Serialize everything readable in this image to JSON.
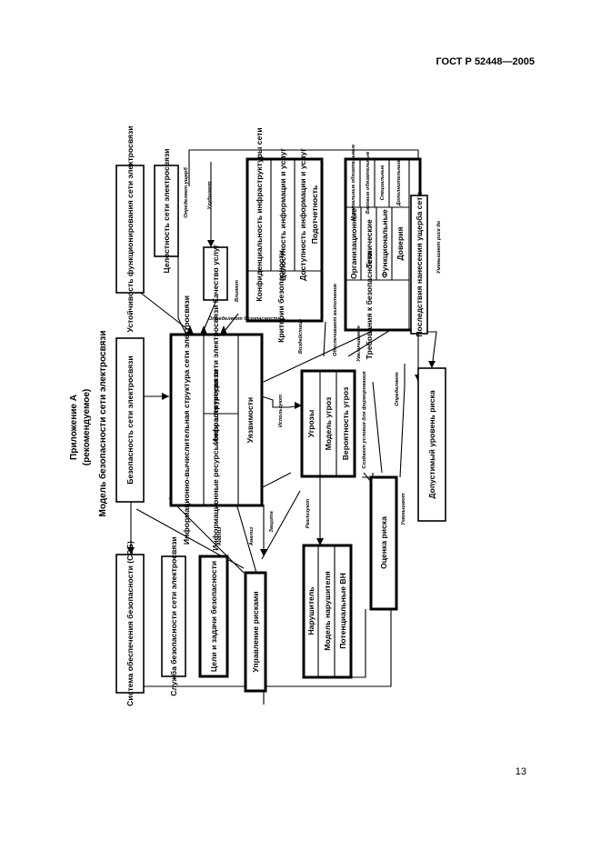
{
  "header": {
    "standard": "ГОСТ Р 52448—2005",
    "page_number": "13"
  },
  "appendix": {
    "title": "Приложение А",
    "subtitle": "(рекомендуемое)",
    "diagram_title": "Модель безопасности сети электросвязи"
  },
  "nodes": {
    "sustainability": "Устойчивость функционирования сети электросвязи",
    "integrity": "Целостность сети электросвязи",
    "network_security": "Безопасность сети электросвязи",
    "sos": "Система обеспечения безопасности (СОБ)",
    "security_service": "Служба безопасности сети электросвязи",
    "goals": "Цели и задачи безопасности",
    "risk_mgmt": "Управление рисками",
    "ics_structure": "Информационно-вычислительная структура сети электросвязи",
    "infrastructure": "Инфраструктура сети электросвязи",
    "info_resources": "Информационные ресурсы сети электросвязи",
    "vulnerabilities": "Уязвимости",
    "quality": "Качество услуг",
    "criteria_title": "Критерии безопасности",
    "criteria": [
      "Конфиденциальность инфраструктуры сети",
      "Целостность информации и услуг",
      "Доступность информации и услуг",
      "Подотчетность"
    ],
    "threats": "Угрозы",
    "threat_model": "Модель угроз",
    "threat_probability": "Вероятность угроз",
    "intruder": "Нарушитель",
    "intruder_model": "Модель нарушителя",
    "intruder_potential": "Потенциальные ВН",
    "risk_assessment": "Оценка риска",
    "acceptable_risk": "Допустимый уровень риска",
    "requirements_title": "Требования к безопасности",
    "requirements": [
      "Организационные",
      "Технические",
      "Функциональные",
      "Доверия"
    ],
    "requirements_levels": [
      "Минимальные обязательные",
      "Базовые обязательные",
      "Специальные",
      "Дополнительные"
    ],
    "damage": "Последствия нанесения ущерба сети"
  },
  "edge_labels": {
    "determines_damage": "Определяет ущерб",
    "worsens": "Ухудшают",
    "influences": "Влияют",
    "determines_security": "Определяют безопасность",
    "provides_execution": "Обеспечивают выполнение",
    "influence2": "Воздействие",
    "exploits": "Используют",
    "creates_conditions": "Создают условия для формирования",
    "determine": "Определяют",
    "realize": "Реализуют",
    "analysis": "Анализ",
    "analysis2": "Анализ",
    "protection": "Защита",
    "increase": "Увеличивают",
    "reduce": "Уменьшают",
    "reduces_risk": "Уменьшают риск до"
  }
}
